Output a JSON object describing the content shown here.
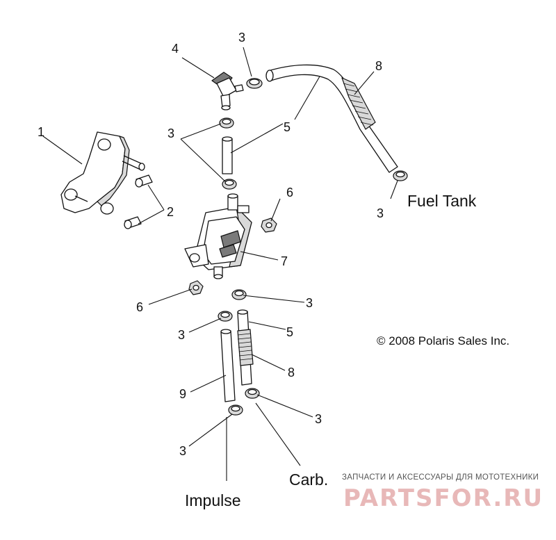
{
  "diagram": {
    "callouts": [
      {
        "id": "c1",
        "text": "1"
      },
      {
        "id": "c2",
        "text": "2"
      },
      {
        "id": "c3a",
        "text": "3"
      },
      {
        "id": "c3b",
        "text": "3"
      },
      {
        "id": "c3c",
        "text": "3"
      },
      {
        "id": "c3d",
        "text": "3"
      },
      {
        "id": "c3e",
        "text": "3"
      },
      {
        "id": "c3f",
        "text": "3"
      },
      {
        "id": "c3g",
        "text": "3"
      },
      {
        "id": "c4",
        "text": "4"
      },
      {
        "id": "c5a",
        "text": "5"
      },
      {
        "id": "c5b",
        "text": "5"
      },
      {
        "id": "c6a",
        "text": "6"
      },
      {
        "id": "c6b",
        "text": "6"
      },
      {
        "id": "c7",
        "text": "7"
      },
      {
        "id": "c8a",
        "text": "8"
      },
      {
        "id": "c8b",
        "text": "8"
      },
      {
        "id": "c9",
        "text": "9"
      }
    ],
    "labels": {
      "fuel_tank": "Fuel Tank",
      "carb": "Carb.",
      "impulse": "Impulse"
    },
    "copyright": "© 2008 Polaris Sales Inc."
  },
  "watermark": {
    "tagline": "ЗАПЧАСТИ И АКСЕССУАРЫ ДЛЯ МОТОТЕХНИКИ",
    "brand": "PARTSFOR.RU"
  }
}
